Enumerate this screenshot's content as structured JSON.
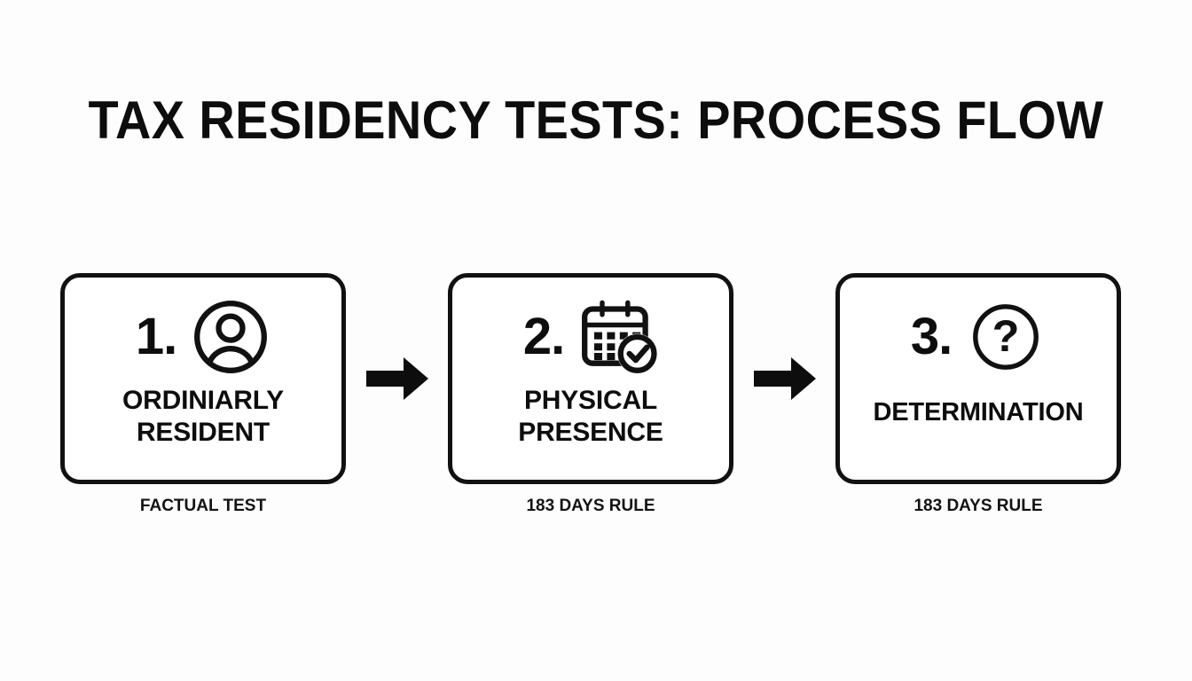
{
  "page": {
    "title": "TAX RESIDENCY TESTS: PROCESS FLOW",
    "background_color": "#fdfdfd",
    "ink_color": "#111111"
  },
  "flow": {
    "steps": [
      {
        "number": "1.",
        "icon": "person-circle-icon",
        "label": "ORDINIARLY RESIDENT",
        "caption": "FACTUAL TEST"
      },
      {
        "number": "2.",
        "icon": "calendar-check-icon",
        "label": "PHYSICAL PRESENCE",
        "caption": "183 DAYS RULE"
      },
      {
        "number": "3.",
        "icon": "question-circle-icon",
        "label": "DETERMINATION",
        "caption": "183 DAYS RULE"
      }
    ],
    "connectors": [
      {
        "icon": "arrow-right-icon"
      },
      {
        "icon": "arrow-right-icon"
      }
    ]
  }
}
